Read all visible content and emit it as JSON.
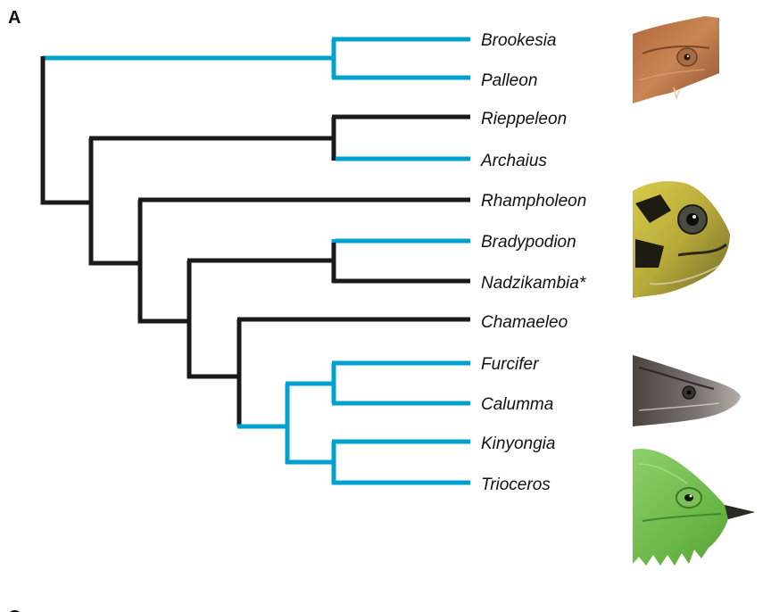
{
  "panel_label": "A",
  "next_panel_label": "C",
  "colors": {
    "black_branch": "#1a1a1a",
    "blue_branch": "#00a0d0",
    "text": "#111111"
  },
  "taxa": [
    {
      "id": "brookesia",
      "label": "Brookesia"
    },
    {
      "id": "palleon",
      "label": "Palleon"
    },
    {
      "id": "rieppeleon",
      "label": "Rieppeleon"
    },
    {
      "id": "archaius",
      "label": "Archaius"
    },
    {
      "id": "rhampholeon",
      "label": "Rhampholeon"
    },
    {
      "id": "bradypodion",
      "label": "Bradypodion"
    },
    {
      "id": "nadzikambia",
      "label": "Nadzikambia*"
    },
    {
      "id": "chamaeleo",
      "label": "Chamaeleo"
    },
    {
      "id": "furcifer",
      "label": "Furcifer"
    },
    {
      "id": "calumma",
      "label": "Calumma"
    },
    {
      "id": "kinyongia",
      "label": "Kinyongia"
    },
    {
      "id": "trioceros",
      "label": "Trioceros"
    }
  ],
  "photos": [
    {
      "id": "brown-leaf-chameleon-head",
      "depicts": "brown leaf chameleon head"
    },
    {
      "id": "yellow-black-chameleon-head",
      "depicts": "yellow and black chameleon head"
    },
    {
      "id": "grey-chameleon-head",
      "depicts": "grey mottled chameleon head"
    },
    {
      "id": "green-horned-chameleon-head",
      "depicts": "green horned chameleon head"
    }
  ]
}
